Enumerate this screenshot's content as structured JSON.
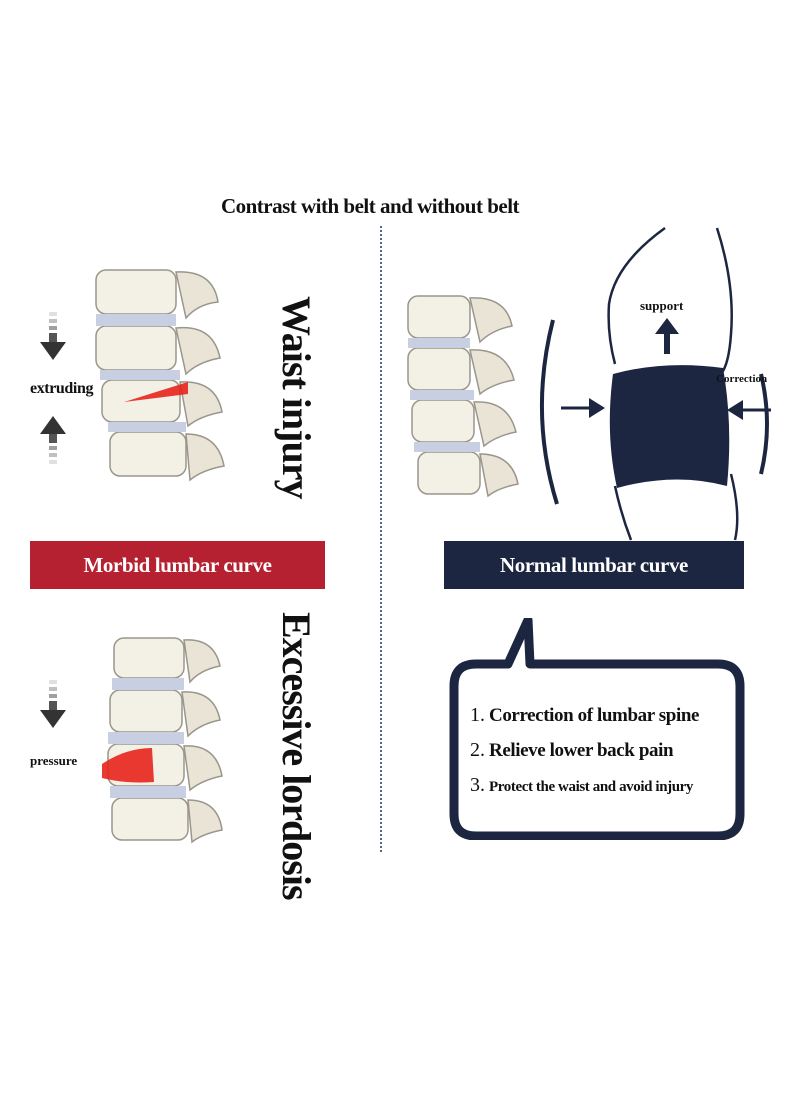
{
  "title": "Contrast with belt and without belt",
  "left": {
    "banner": "Morbid lumbar curve",
    "top_label": "extruding",
    "top_side_text": "Waist injury",
    "bottom_label": "pressure",
    "bottom_side_text": "Excessive lordosis"
  },
  "right": {
    "banner": "Normal lumbar curve",
    "support_label": "support",
    "correction_label": "Correction",
    "benefits": [
      {
        "num": "1.",
        "text": "Correction of lumbar spine"
      },
      {
        "num": "2.",
        "text": "Relieve lower back pain"
      },
      {
        "num": "3.",
        "text": "Protect the waist and avoid injury"
      }
    ]
  },
  "colors": {
    "red_banner": "#b52130",
    "navy_banner": "#1c2640",
    "belt": "#1c2640",
    "disc": "#c8cfe2",
    "bone": "#f3f0e6",
    "herniation": "#e8231b"
  },
  "icons": [
    "down-arrow-icon",
    "up-arrow-icon",
    "inward-arrow-icon",
    "support-arrow-icon",
    "speech-bubble-icon"
  ]
}
